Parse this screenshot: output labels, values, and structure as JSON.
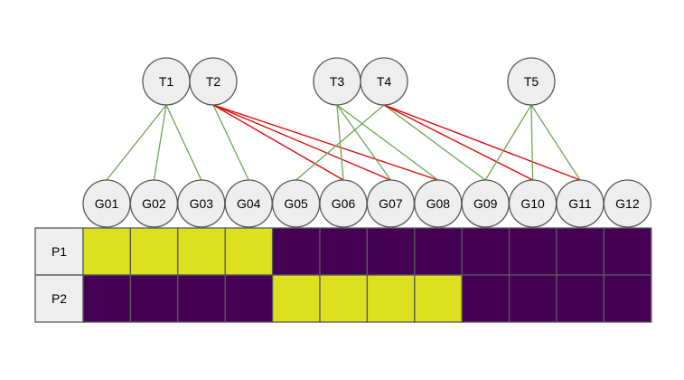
{
  "colors": {
    "node_fill": "#eeeeee",
    "node_stroke": "#595959",
    "edge_green": "#6aa84f",
    "edge_red": "#e00000",
    "cell_active": "#dce01f",
    "cell_inactive": "#440154",
    "cell_border": "#595959"
  },
  "top_nodes": [
    "T1",
    "T2",
    "T3",
    "T4",
    "T5"
  ],
  "bottom_nodes": [
    "G01",
    "G02",
    "G03",
    "G04",
    "G05",
    "G06",
    "G07",
    "G08",
    "G09",
    "G10",
    "G11",
    "G12"
  ],
  "edges": [
    {
      "from": "T1",
      "to": "G01",
      "color": "green"
    },
    {
      "from": "T1",
      "to": "G02",
      "color": "green"
    },
    {
      "from": "T1",
      "to": "G03",
      "color": "green"
    },
    {
      "from": "T2",
      "to": "G04",
      "color": "green"
    },
    {
      "from": "T2",
      "to": "G06",
      "color": "red"
    },
    {
      "from": "T2",
      "to": "G07",
      "color": "red"
    },
    {
      "from": "T2",
      "to": "G08",
      "color": "red"
    },
    {
      "from": "T3",
      "to": "G06",
      "color": "green"
    },
    {
      "from": "T3",
      "to": "G07",
      "color": "green"
    },
    {
      "from": "T3",
      "to": "G08",
      "color": "green"
    },
    {
      "from": "T4",
      "to": "G05",
      "color": "green"
    },
    {
      "from": "T4",
      "to": "G09",
      "color": "green"
    },
    {
      "from": "T4",
      "to": "G10",
      "color": "red"
    },
    {
      "from": "T4",
      "to": "G11",
      "color": "red"
    },
    {
      "from": "T5",
      "to": "G09",
      "color": "green"
    },
    {
      "from": "T5",
      "to": "G10",
      "color": "green"
    },
    {
      "from": "T5",
      "to": "G11",
      "color": "green"
    }
  ],
  "grid": {
    "rows": [
      {
        "label": "P1",
        "cells": [
          1,
          1,
          1,
          1,
          0,
          0,
          0,
          0,
          0,
          0,
          0,
          0
        ]
      },
      {
        "label": "P2",
        "cells": [
          0,
          0,
          0,
          0,
          1,
          1,
          1,
          1,
          0,
          0,
          0,
          0
        ]
      }
    ]
  }
}
